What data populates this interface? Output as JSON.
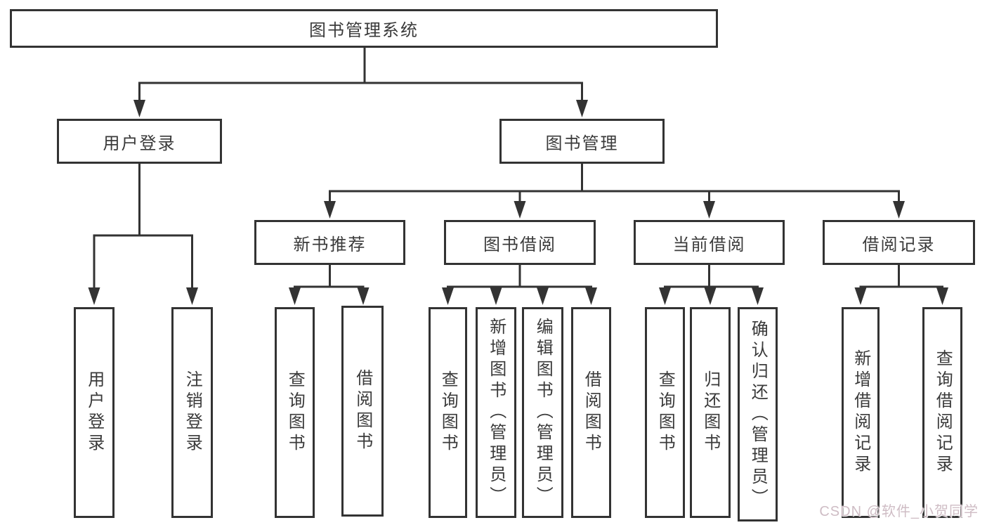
{
  "diagram": {
    "root": "图书管理系统",
    "user_login": {
      "label": "用户登录",
      "children": [
        "用户登录",
        "注销登录"
      ]
    },
    "book_mgmt": {
      "label": "图书管理"
    },
    "new_book": {
      "label": "新书推荐",
      "children": [
        "查询图书",
        "借阅图书"
      ]
    },
    "book_borrow": {
      "label": "图书借阅",
      "children": [
        "查询图书",
        "新增图书（管理员）",
        "编辑图书（管理员）",
        "借阅图书"
      ]
    },
    "current_borrow": {
      "label": "当前借阅",
      "children": [
        "查询图书",
        "归还图书",
        "确认归还（管理员）"
      ]
    },
    "borrow_record": {
      "label": "借阅记录",
      "children": [
        "新增借阅记录",
        "查询借阅记录"
      ]
    },
    "watermark": "CSDN @软件_小贺同学"
  },
  "colors": {
    "line": "#333333",
    "text": "#3a3a3a",
    "background": "#ffffff",
    "watermark": "#cfbdc5"
  }
}
